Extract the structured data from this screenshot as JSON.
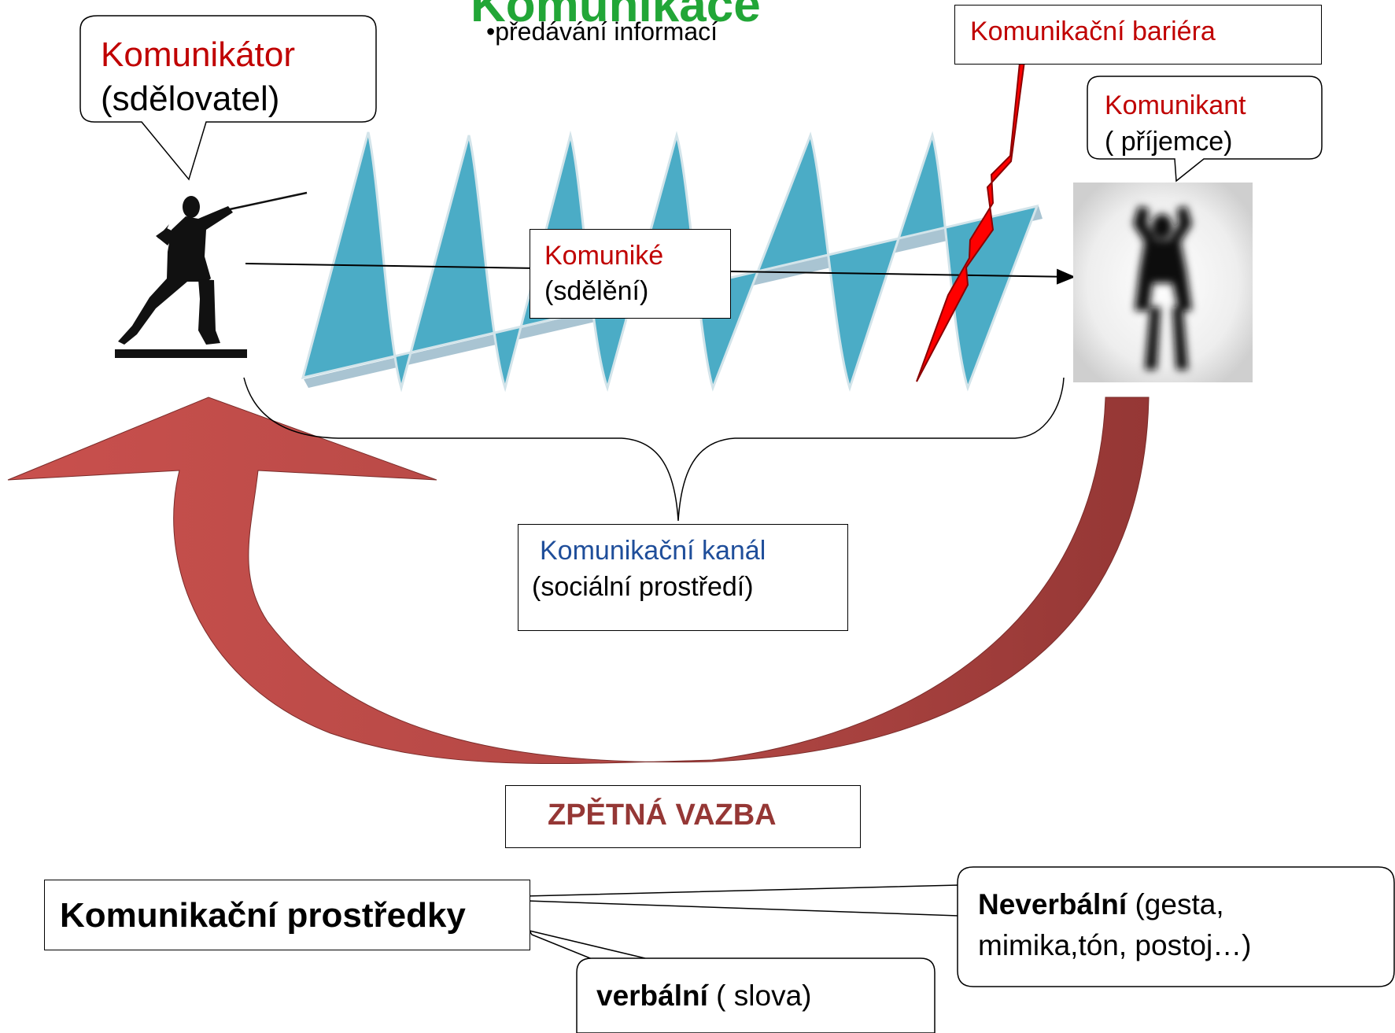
{
  "title": "Komunikace",
  "subtitle": "•předávání informací",
  "communicator": {
    "label": "Komunikátor",
    "sublabel": "(sdělovatel)"
  },
  "message": {
    "label": "Komuniké",
    "sublabel": "(sdělění)"
  },
  "barrier": {
    "label": "Komunikační bariéra"
  },
  "recipient": {
    "label": "Komunikant",
    "sublabel": "( příjemce)"
  },
  "channel": {
    "label": "Komunikační kanál",
    "sublabel": "(sociální prostředí)"
  },
  "feedback": {
    "label": "ZPĚTNÁ VAZBA"
  },
  "means": {
    "label": "Komunikační prostředky",
    "nonverbal": {
      "bold": "Neverbální",
      "rest_line1": " (gesta,",
      "line2": "mimika,tón, postoj…)"
    },
    "verbal": {
      "bold": "verbální",
      "rest": "  ( slova)"
    }
  },
  "colors": {
    "wave": "#4bacc6",
    "arrow": "#c0504d",
    "barrier": "#ff0000",
    "title": "#22a637"
  },
  "icons": {
    "sender": "fencer-icon",
    "receiver": "person-silhouette-icon"
  }
}
